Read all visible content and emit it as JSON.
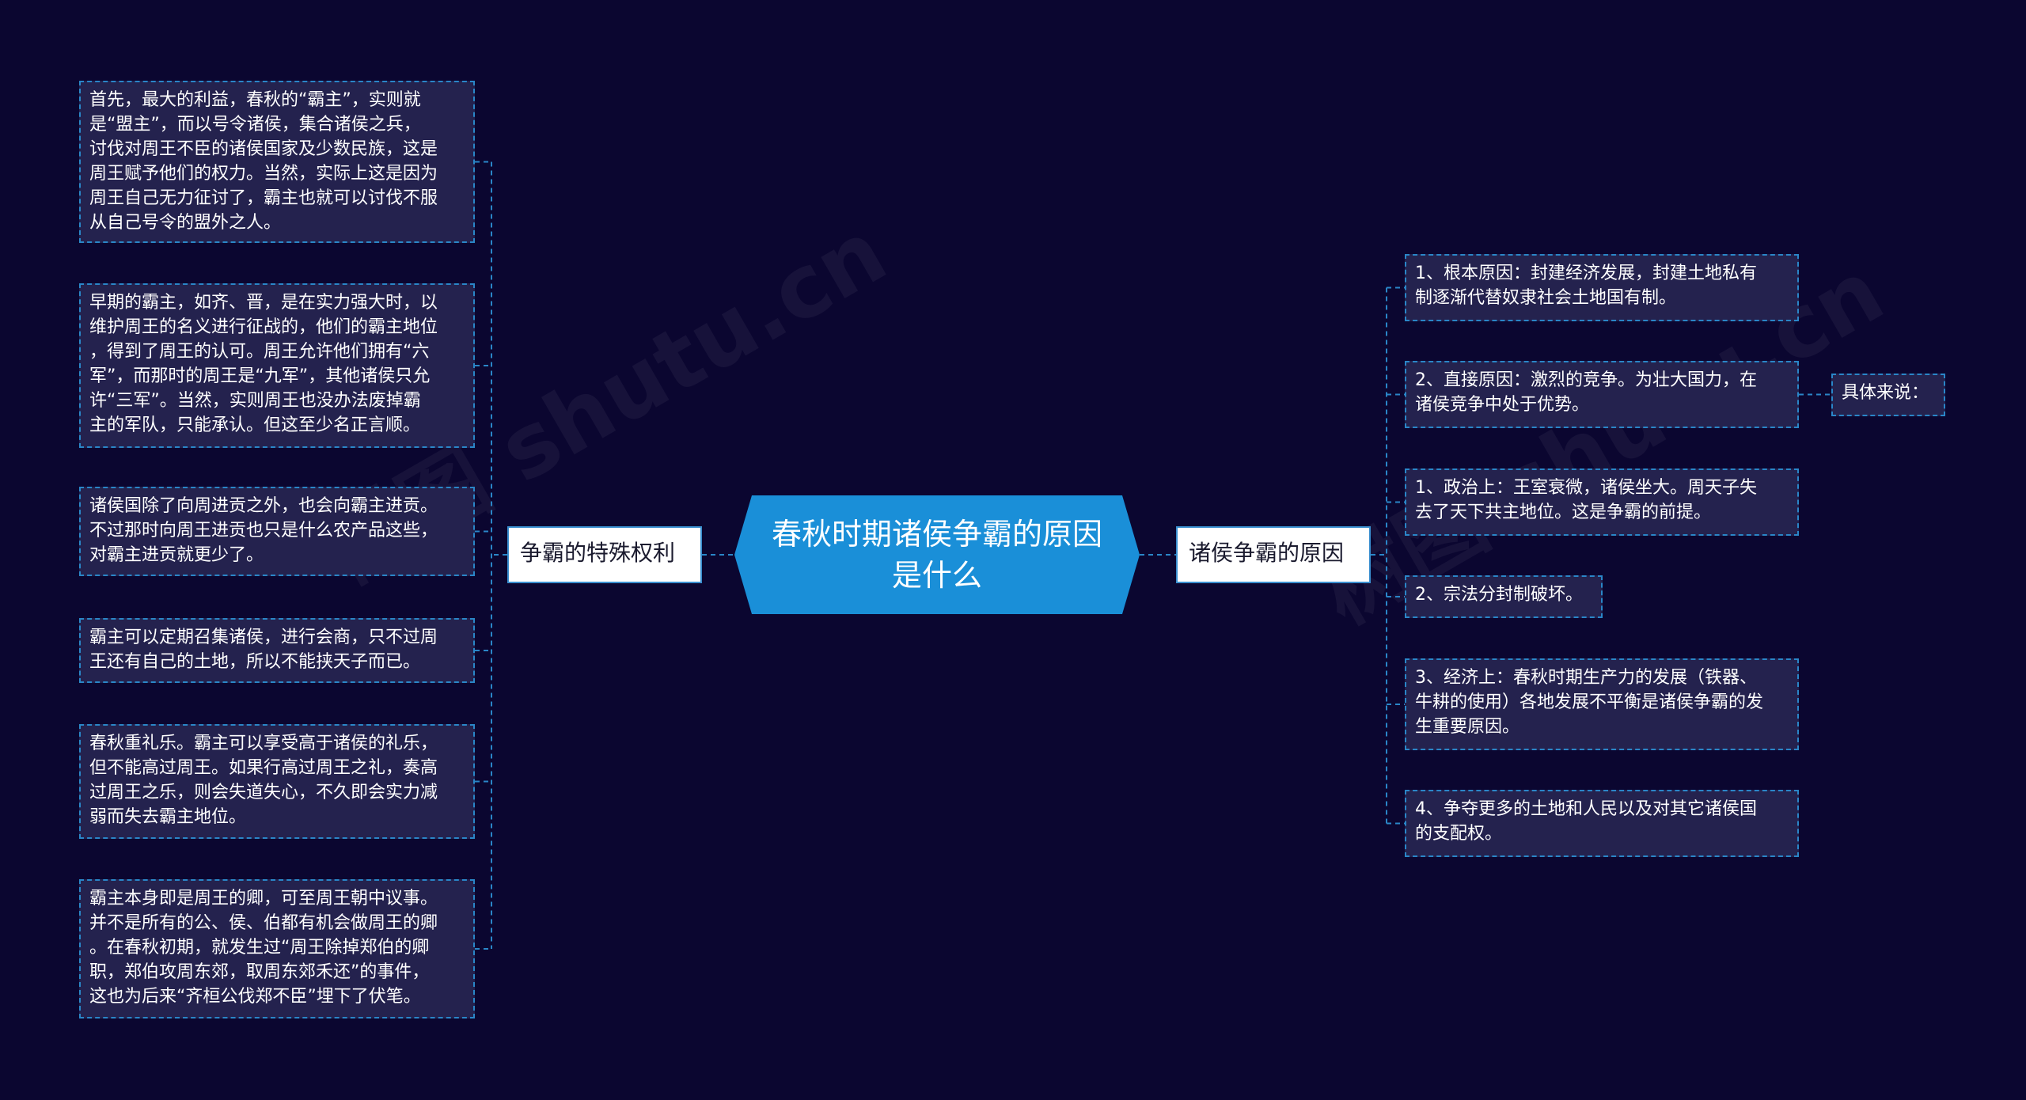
{
  "watermark": "树图 shutu.cn",
  "colors": {
    "background": "#0b0630",
    "center_fill": "#1a8fd8",
    "leaf_fill": "#24224e",
    "border_accent": "#2a86c8",
    "branch_fill": "#ffffff"
  },
  "center": {
    "label": "春秋时期诸侯争霸的原因\n是什么"
  },
  "left_branch": {
    "label": "争霸的特殊权利",
    "leaves": [
      "首先，最大的利益，春秋的“霸主”，实则就\n是“盟主”，而以号令诸侯，集合诸侯之兵，\n讨伐对周王不臣的诸侯国家及少数民族，这是\n周王赋予他们的权力。当然，实际上这是因为\n周王自己无力征讨了，霸主也就可以讨伐不服\n从自己号令的盟外之人。",
      "早期的霸主，如齐、晋，是在实力强大时，以\n维护周王的名义进行征战的，他们的霸主地位\n，得到了周王的认可。周王允许他们拥有“六\n军”，而那时的周王是“九军”，其他诸侯只允\n许“三军”。当然，实则周王也没办法废掉霸\n主的军队，只能承认。但这至少名正言顺。",
      "诸侯国除了向周进贡之外，也会向霸主进贡。\n不过那时向周王进贡也只是什么农产品这些，\n对霸主进贡就更少了。",
      "霸主可以定期召集诸侯，进行会商，只不过周\n王还有自己的土地，所以不能挟天子而已。",
      "春秋重礼乐。霸主可以享受高于诸侯的礼乐，\n但不能高过周王。如果行高过周王之礼，奏高\n过周王之乐，则会失道失心，不久即会实力减\n弱而失去霸主地位。",
      "霸主本身即是周王的卿，可至周王朝中议事。\n并不是所有的公、侯、伯都有机会做周王的卿\n。在春秋初期，就发生过“周王除掉郑伯的卿\n职，郑伯攻周东郊，取周东郊禾还”的事件，\n这也为后来“齐桓公伐郑不臣”埋下了伏笔。"
    ]
  },
  "right_branch": {
    "label": "诸侯争霸的原因",
    "leaves": [
      {
        "text": "1、根本原因：封建经济发展，封建土地私有\n制逐渐代替奴隶社会土地国有制。"
      },
      {
        "text": "2、直接原因：激烈的竞争。为壮大国力，在\n诸侯竞争中处于优势。",
        "child": "具体来说："
      },
      {
        "text": "1、政治上：王室衰微，诸侯坐大。周天子失\n去了天下共主地位。这是争霸的前提。"
      },
      {
        "text": "2、宗法分封制破坏。"
      },
      {
        "text": "3、经济上：春秋时期生产力的发展（铁器、\n牛耕的使用）各地发展不平衡是诸侯争霸的发\n生重要原因。"
      },
      {
        "text": "4、争夺更多的土地和人民以及对其它诸侯国\n的支配权。"
      }
    ]
  }
}
